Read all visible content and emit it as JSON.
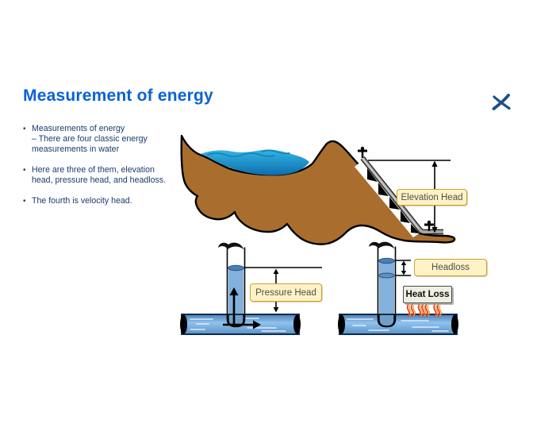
{
  "slide": {
    "title": "Measurement of energy"
  },
  "bullets": {
    "items": [
      {
        "lines": [
          "Measurements of energy",
          "– There are four classic energy",
          "measurements in water"
        ]
      },
      {
        "lines": [
          "Here are three of them, elevation",
          "head, pressure head, and headloss."
        ]
      },
      {
        "lines": [
          "The fourth is velocity head."
        ]
      }
    ]
  },
  "diagram": {
    "labels": {
      "elevation": "Elevation Head",
      "pressure": "Pressure Head",
      "headloss": "Headloss",
      "heatloss": "Heat Loss"
    }
  },
  "colors": {
    "title_blue": "#0A62D6",
    "body_navy": "#1C3B6E",
    "label_bg": "#FFF2C7",
    "label_border": "#C9A227",
    "label_text": "#4E4E48",
    "heatbox_bg": "#F0EEE2",
    "heatbox_border": "#4A4A4A",
    "hill_brown": "#A96E2E",
    "lake_top": "#35B5E3",
    "lake_bottom": "#0D6EAE",
    "pipe_blue": "#79ADDC",
    "tube_water": "#82B1DC",
    "water_surface": "#4A80B4",
    "steel_gray": "#A6A6A6",
    "heat_red": "#E03A1E",
    "heat_orange": "#F59B23",
    "logo_navy": "#1C4E8A"
  }
}
